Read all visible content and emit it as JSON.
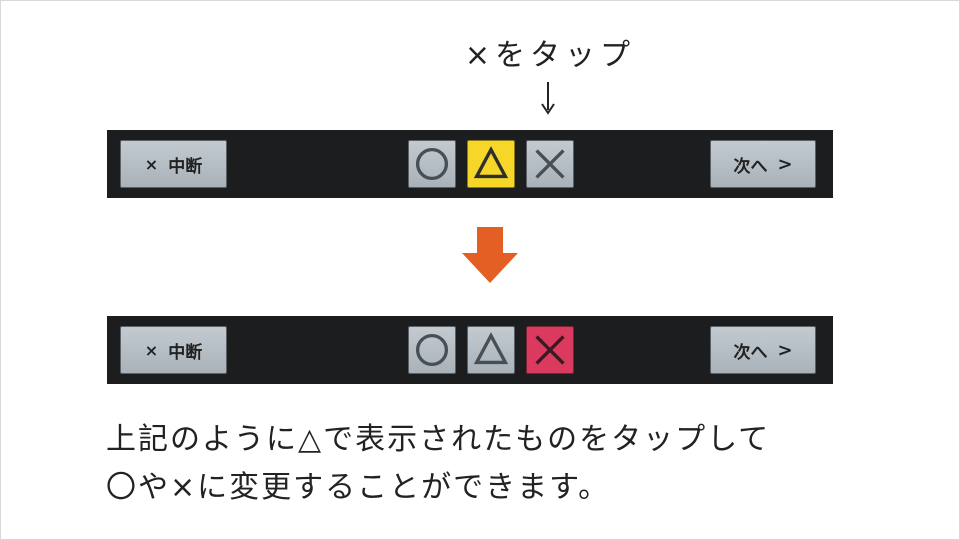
{
  "annotation": {
    "tap_label": "×をタップ"
  },
  "toolbar": {
    "stop_icon": "×",
    "stop_label": "中断",
    "next_label": "次へ",
    "next_icon": ">"
  },
  "marks": {
    "circle_icon": "circle-icon",
    "triangle_icon": "triangle-icon",
    "cross_icon": "cross-icon"
  },
  "colors": {
    "toolbar_bg": "#1c1d1f",
    "button_gray": "#b6bfc5",
    "selected_yellow": "#f6d628",
    "selected_red": "#d93a5e",
    "arrow_orange": "#e35f24"
  },
  "description": {
    "line1": "上記のように△で表示されたものをタップして",
    "line2": "〇や×に変更することができます。"
  }
}
